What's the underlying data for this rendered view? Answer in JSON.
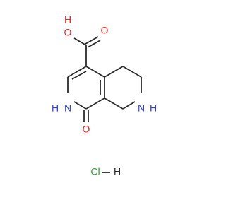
{
  "molecule": {
    "atoms": {
      "o_hydroxyl": "O",
      "h_hydroxyl": "H",
      "o_carbonyl_acid": "O",
      "h_ring_nh": "H",
      "n_ring_nh": "N",
      "o_ketone": "O",
      "n_amine": "N",
      "h_amine": "H"
    },
    "salt": {
      "cl": "Cl",
      "h": "H"
    }
  },
  "colors": {
    "bond": "#2b2b2b",
    "oxygen": "#e8281e",
    "nitrogen": "#2d3ee0",
    "chlorine": "#2b9d2b",
    "hydrogen": "#2b2b2b"
  }
}
